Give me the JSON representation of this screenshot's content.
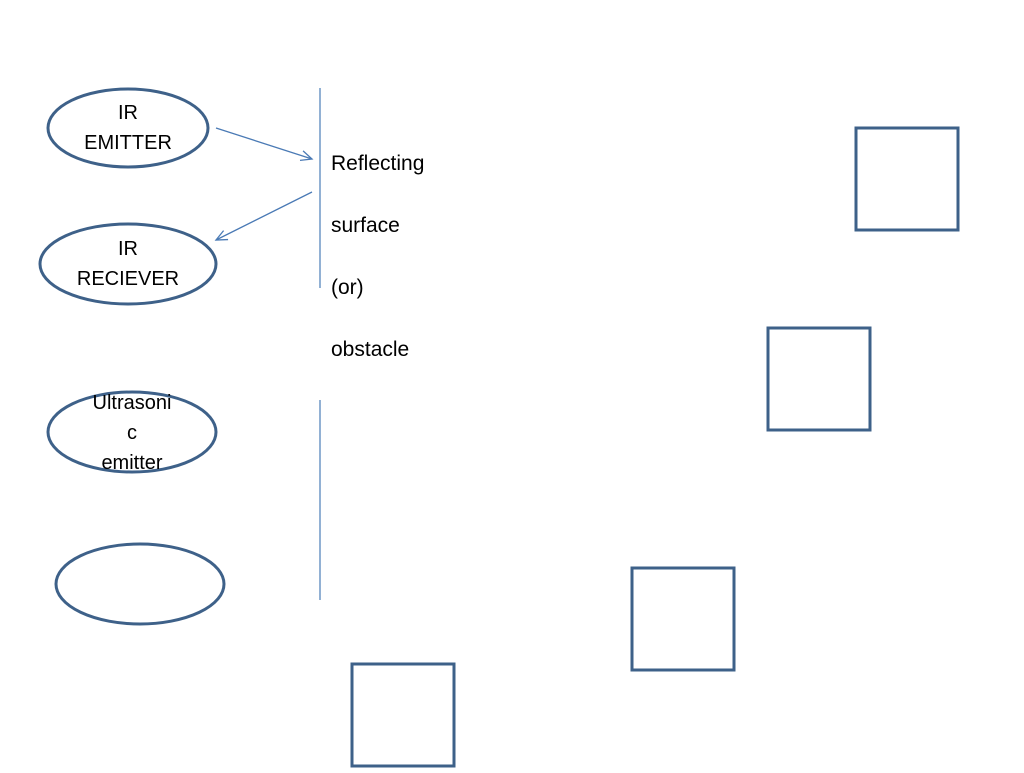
{
  "colors": {
    "shape_stroke": "#3e6189",
    "arrow_stroke": "#4a7ab5",
    "divider_stroke": "#6f97c6",
    "background": "#ffffff"
  },
  "ellipses": {
    "ir_emitter": {
      "line1": "IR",
      "line2": "EMITTER"
    },
    "ir_receiver": {
      "line1": "IR",
      "line2": "RECIEVER"
    },
    "ultrasonic_emitter": {
      "line1": "Ultrasoni",
      "line2": "c",
      "line3": "emitter"
    },
    "ultrasonic_blank": {}
  },
  "reflecting_surface": {
    "label_lines": [
      "Reflecting",
      "surface",
      "(or)",
      "obstacle"
    ]
  }
}
